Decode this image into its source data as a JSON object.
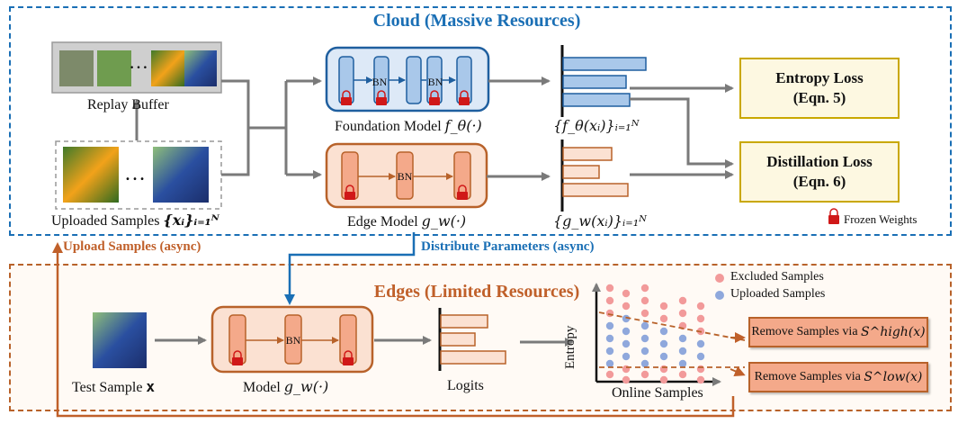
{
  "cloud": {
    "title": "Cloud (Massive Resources)",
    "replay_buffer_label": "Replay Buffer",
    "replay_buffer_ellipsis": "…",
    "uploaded_label": "Uploaded Samples",
    "uploaded_math": "{xᵢ}ᵢ₌₁ᴺ",
    "uploaded_ellipsis": "…",
    "foundation_label": "Foundation Model",
    "foundation_math": "f_θ(·)",
    "foundation_output_math": "{f_θ(xᵢ)}ᵢ₌₁ᴺ",
    "edge_model_label": "Edge Model",
    "edge_model_math": "g_w(·)",
    "edge_output_math": "{g_w(xᵢ)}ᵢ₌₁ᴺ",
    "bn": "BN",
    "entropy_loss": [
      "Entropy Loss",
      "(Eqn. 5)"
    ],
    "distill_loss": [
      "Distillation Loss",
      "(Eqn. 6)"
    ],
    "frozen_legend": "Frozen Weights"
  },
  "links": {
    "upload": "Upload Samples (async)",
    "distribute": "Distribute Parameters (async)"
  },
  "edges": {
    "title": "Edges (Limited Resources)",
    "test_sample_label": "Test Sample",
    "test_sample_math": "x",
    "model_label": "Model",
    "model_math": "g_w(·)",
    "bn": "BN",
    "logits_label": "Logits",
    "axis_y": "Entropy",
    "axis_x": "Online Samples",
    "legend_excluded": "Excluded Samples",
    "legend_uploaded": "Uploaded Samples",
    "remove_high": "Remove Samples via",
    "remove_high_math": "S^high(x)",
    "remove_low": "Remove Samples via",
    "remove_low_math": "S^low(x)"
  },
  "colors": {
    "cloud": "#1a6fb5",
    "edge": "#c0602a",
    "loss_border": "#c9a800",
    "excluded": "#f29a9a",
    "uploaded": "#8fa8dc",
    "frozen": "#d01818"
  }
}
